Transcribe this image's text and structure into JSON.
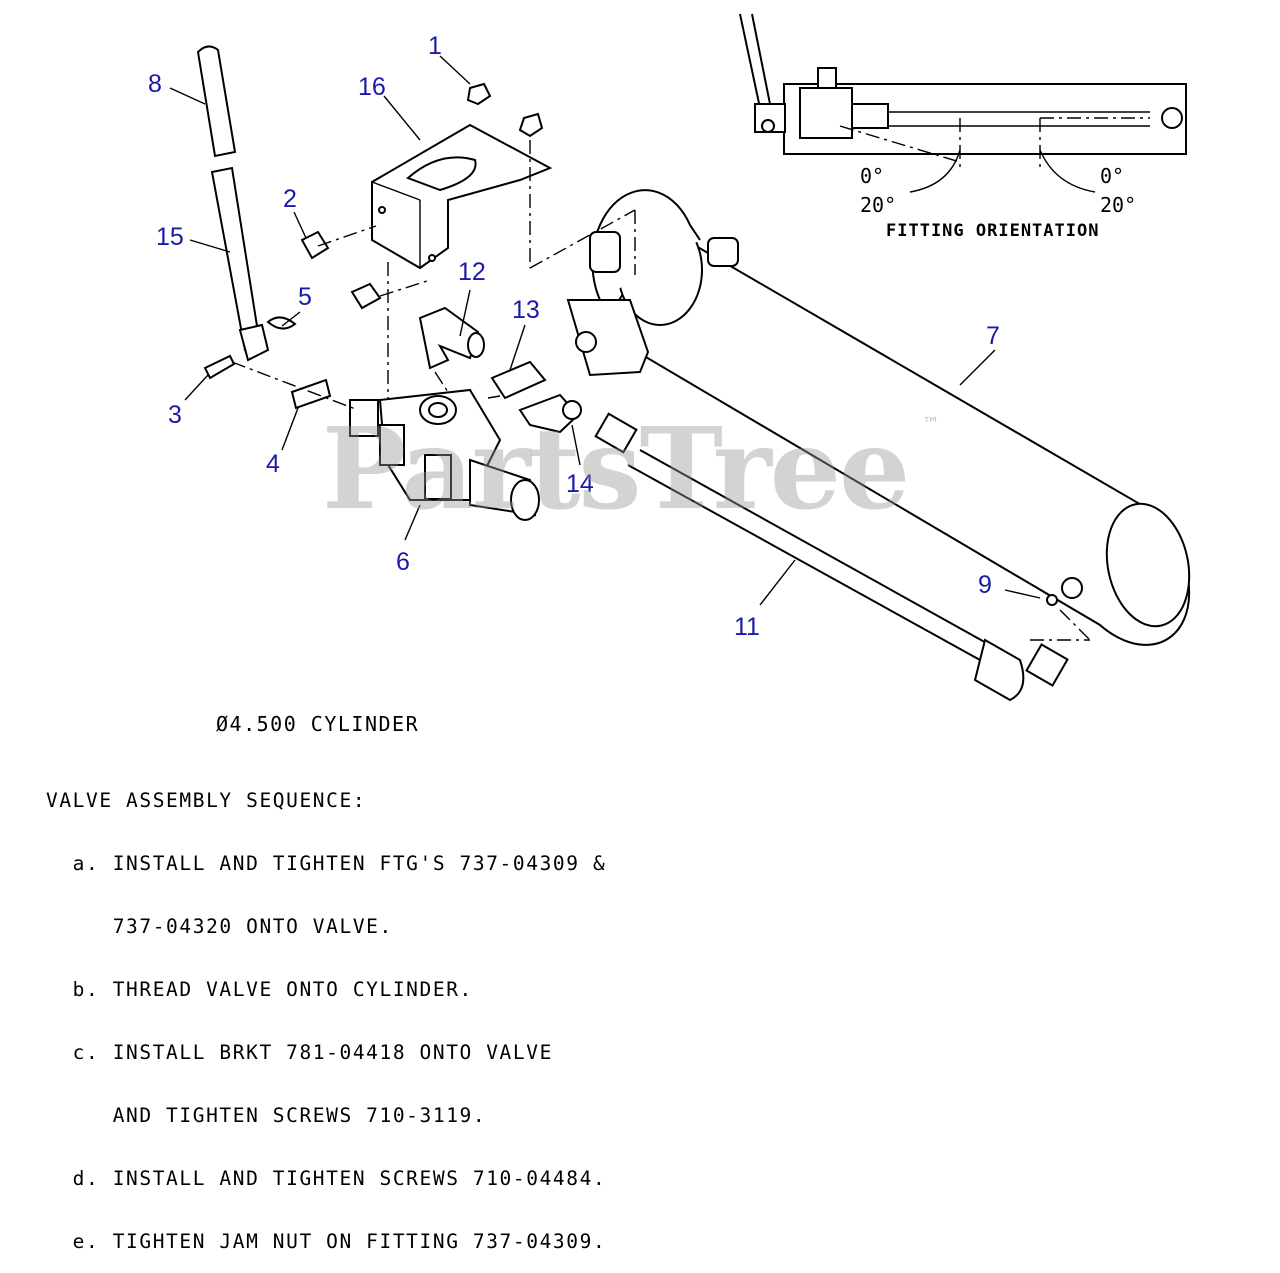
{
  "callouts": [
    {
      "id": "1",
      "label": "1"
    },
    {
      "id": "2",
      "label": "2"
    },
    {
      "id": "3",
      "label": "3"
    },
    {
      "id": "4",
      "label": "4"
    },
    {
      "id": "5",
      "label": "5"
    },
    {
      "id": "6",
      "label": "6"
    },
    {
      "id": "7",
      "label": "7"
    },
    {
      "id": "8",
      "label": "8"
    },
    {
      "id": "9",
      "label": "9"
    },
    {
      "id": "11",
      "label": "11"
    },
    {
      "id": "12",
      "label": "12"
    },
    {
      "id": "13",
      "label": "13"
    },
    {
      "id": "14",
      "label": "14"
    },
    {
      "id": "15",
      "label": "15"
    },
    {
      "id": "16",
      "label": "16"
    }
  ],
  "fitting_orientation": {
    "title": "FITTING ORIENTATION",
    "left_angle_a": "0°",
    "left_angle_b": "20°",
    "right_angle_a": "0°",
    "right_angle_b": "20°"
  },
  "cylinder_label": "Ø4.500 CYLINDER",
  "notes": {
    "heading": "VALVE ASSEMBLY SEQUENCE:",
    "lines": [
      "  a. INSTALL AND TIGHTEN FTG'S 737-04309 &",
      "     737-04320 ONTO VALVE.",
      "  b. THREAD VALVE ONTO CYLINDER.",
      "  c. INSTALL BRKT 781-04418 ONTO VALVE",
      "     AND TIGHTEN SCREWS 710-3119.",
      "  d. INSTALL AND TIGHTEN SCREWS 710-04484.",
      "  e. TIGHTEN JAM NUT ON FITTING 737-04309."
    ]
  },
  "watermark": {
    "text": "PartsTree",
    "mark": "™"
  },
  "colors": {
    "callout": "#1a1aa8",
    "ink": "#000000",
    "watermark": "#969696"
  }
}
